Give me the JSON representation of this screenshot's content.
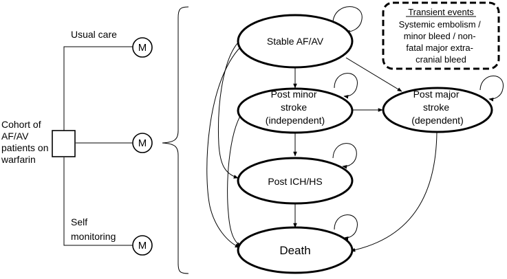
{
  "decision": {
    "cohort_lines": [
      "Cohort of",
      "AF/AV",
      "patients on",
      "warfarin"
    ],
    "branches": [
      {
        "label_lines": [
          "Usual care"
        ],
        "node": "M"
      },
      {
        "label_lines": [],
        "node": "M"
      },
      {
        "label_lines": [
          "Self",
          "monitoring"
        ],
        "node": "M"
      }
    ]
  },
  "states": {
    "stable": [
      "Stable AF/AV"
    ],
    "minor": [
      "Post minor",
      "stroke",
      "(independent)"
    ],
    "major": [
      "Post major",
      "stroke",
      "(dependent)"
    ],
    "ich": [
      "Post ICH/HS"
    ],
    "death": [
      "Death"
    ]
  },
  "transient": {
    "title": "Transient events",
    "lines": [
      "Systemic embolism /",
      "minor bleed / non-",
      "fatal major extra-",
      "cranial bleed"
    ]
  }
}
